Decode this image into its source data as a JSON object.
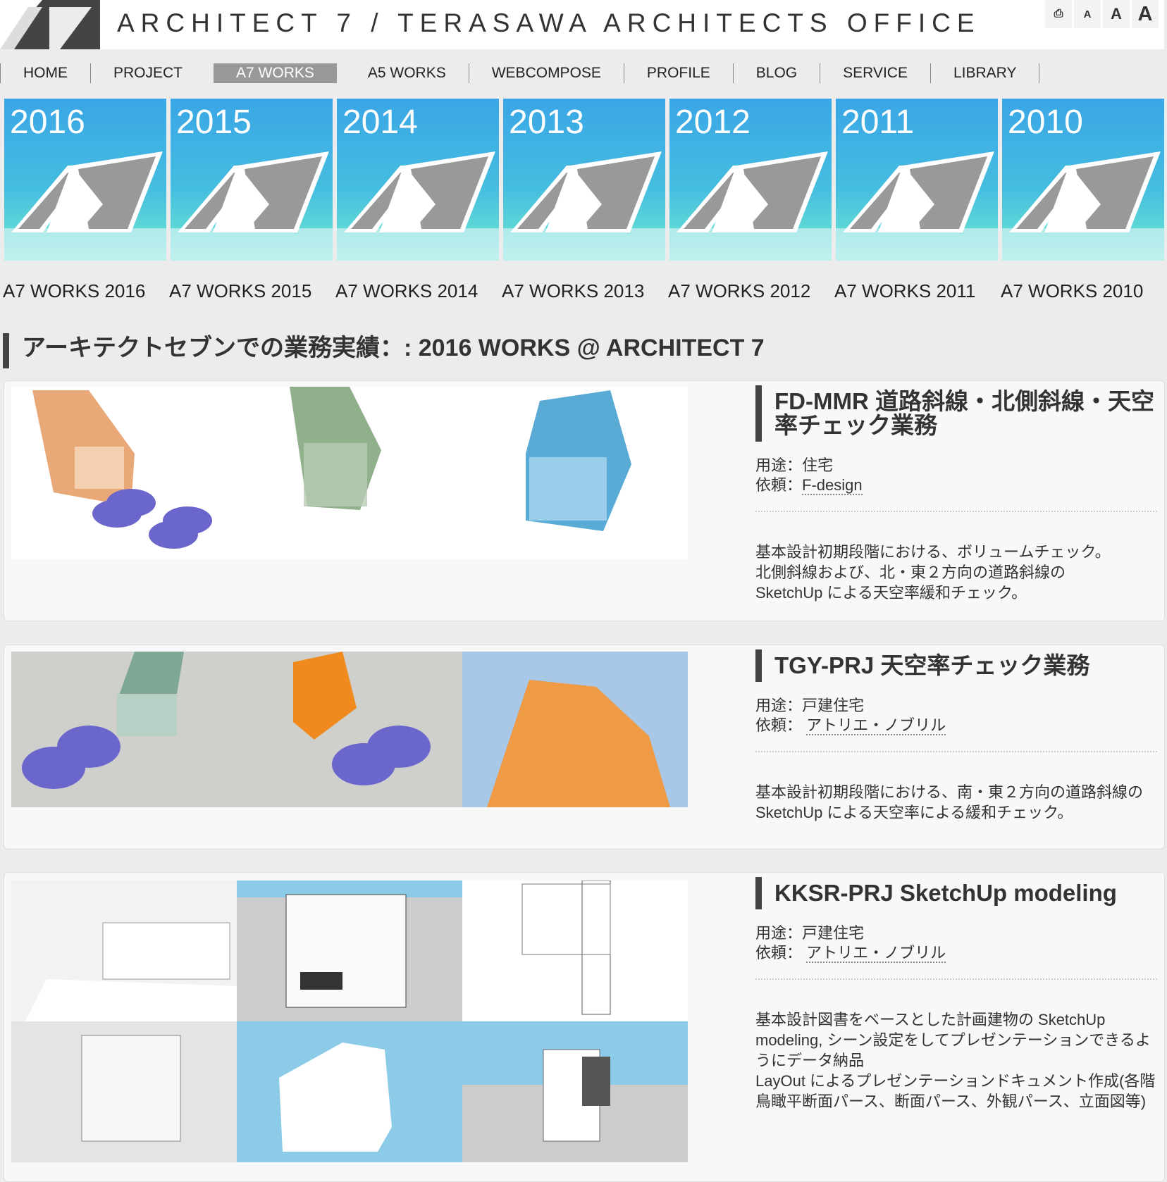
{
  "header": {
    "site_title": "ARCHITECT 7 / TERASAWA ARCHITECTS OFFICE",
    "logo_text": "A7",
    "tools": [
      {
        "icon": "print-icon",
        "label": ""
      },
      {
        "icon": "font-small-icon",
        "label": "A"
      },
      {
        "icon": "font-medium-icon",
        "label": "A"
      },
      {
        "icon": "font-large-icon",
        "label": "A"
      }
    ]
  },
  "nav": [
    {
      "label": "HOME"
    },
    {
      "label": "PROJECT"
    },
    {
      "label": "A7 WORKS",
      "active": true
    },
    {
      "label": "A5 WORKS"
    },
    {
      "label": "WEBCOMPOSE"
    },
    {
      "label": "PROFILE"
    },
    {
      "label": "BLOG"
    },
    {
      "label": "SERVICE"
    },
    {
      "label": "LIBRARY"
    }
  ],
  "years": [
    {
      "year": "2016",
      "caption": "A7 WORKS 2016"
    },
    {
      "year": "2015",
      "caption": "A7 WORKS 2015"
    },
    {
      "year": "2014",
      "caption": "A7 WORKS 2014"
    },
    {
      "year": "2013",
      "caption": "A7 WORKS 2013"
    },
    {
      "year": "2012",
      "caption": "A7 WORKS 2012"
    },
    {
      "year": "2011",
      "caption": "A7 WORKS 2011"
    },
    {
      "year": "2010",
      "caption": "A7 WORKS 2010"
    }
  ],
  "section_title": "アーキテクトセブンでの業務実績：: 2016 WORKS @ ARCHITECT 7",
  "works": [
    {
      "title": "FD-MMR 道路斜線・北側斜線・天空率チェック業務",
      "use_label": "用途：",
      "use": "住宅",
      "client_label": "依頼：",
      "client": "F-design",
      "desc": [
        "基本設計初期段階における、ボリュームチェック。",
        "北側斜線および、北・東２方向の道路斜線の",
        "SketchUp による天空率緩和チェック。"
      ]
    },
    {
      "title": "TGY-PRJ 天空率チェック業務",
      "use_label": "用途：",
      "use": "戸建住宅",
      "client_label": "依頼：",
      "client": "アトリエ・ノブリル",
      "desc": [
        "基本設計初期段階における、南・東２方向の道路斜線の SketchUp による天空率による緩和チェック。"
      ]
    },
    {
      "title": "KKSR-PRJ SketchUp modeling",
      "use_label": "用途：",
      "use": "戸建住宅",
      "client_label": "依頼：",
      "client": "アトリエ・ノブリル",
      "desc": [
        "基本設計図書をベースとした計画建物の SketchUp modeling, シーン設定をしてプレゼンテーションできるようにデータ納品",
        "LayOut によるプレゼンテーションドキュメント作成(各階鳥瞰平断面パース、断面パース、外観パース、立面図等)"
      ]
    }
  ]
}
